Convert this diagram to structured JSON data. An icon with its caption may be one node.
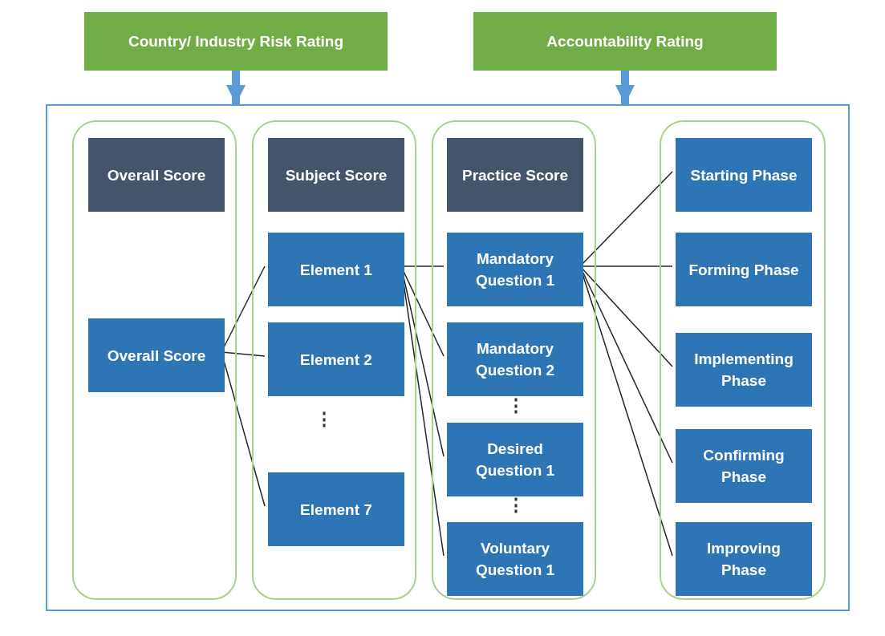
{
  "diagram": {
    "nodes": [
      {
        "text": [
          "Country/ Industry Risk Rating"
        ]
      },
      {
        "text": [
          "Accountability Rating"
        ]
      },
      {
        "text": [],
        "shape": "box"
      },
      {
        "text": [],
        "shape": "box",
        "in": 2
      },
      {
        "text": [
          "Overall Score"
        ],
        "in": 3
      },
      {
        "text": [
          "Overall Score"
        ],
        "in": 3
      },
      {
        "text": [],
        "shape": "box",
        "in": 2
      },
      {
        "text": [
          "Subject Score"
        ],
        "in": 6
      },
      {
        "text": [
          "Element 1"
        ],
        "in": 6
      },
      {
        "text": [
          "Element 2"
        ],
        "in": 6
      },
      {
        "text": [
          "Element 7"
        ],
        "in": 6
      },
      {
        "text": [],
        "shape": "box",
        "in": 2
      },
      {
        "text": [
          "Practice Score"
        ],
        "in": 11
      },
      {
        "text": [
          "Mandatory Question 1"
        ],
        "in": 11
      },
      {
        "text": [
          "Mandatory Question 2"
        ],
        "in": 11
      },
      {
        "text": [
          "Desired Question 1"
        ],
        "in": 11
      },
      {
        "text": [
          "Voluntary Question 1"
        ],
        "in": 11
      },
      {
        "text": [],
        "shape": "box",
        "in": 2
      },
      {
        "text": [
          "Starting Phase"
        ],
        "in": 17
      },
      {
        "text": [
          "Forming Phase"
        ],
        "in": 17
      },
      {
        "text": [
          "Implementing Phase"
        ],
        "in": 17
      },
      {
        "text": [
          "Confirming Phase"
        ],
        "in": 17
      },
      {
        "text": [
          "Improving Phase"
        ],
        "in": 17
      }
    ],
    "edges": [
      {
        "from": 0,
        "to": 2,
        "arrow": "to",
        "style": "thick",
        "color": "#5b9bd5"
      },
      {
        "from": 1,
        "to": 2,
        "arrow": "to",
        "style": "thick",
        "color": "#5b9bd5"
      },
      {
        "from": 5,
        "to": 8,
        "arrow": "none"
      },
      {
        "from": 5,
        "to": 9,
        "arrow": "none"
      },
      {
        "from": 5,
        "to": 10,
        "arrow": "none"
      },
      {
        "from": 8,
        "to": 13,
        "arrow": "none"
      },
      {
        "from": 8,
        "to": 14,
        "arrow": "none"
      },
      {
        "from": 8,
        "to": 15,
        "arrow": "none"
      },
      {
        "from": 8,
        "to": 16,
        "arrow": "none"
      },
      {
        "from": 13,
        "to": 18,
        "arrow": "none"
      },
      {
        "from": 13,
        "to": 19,
        "arrow": "none"
      },
      {
        "from": 13,
        "to": 20,
        "arrow": "none"
      },
      {
        "from": 13,
        "to": 21,
        "arrow": "none"
      },
      {
        "from": 13,
        "to": 22,
        "arrow": "none"
      }
    ],
    "labels": [
      "⋮",
      "⋮",
      "⋮"
    ]
  }
}
